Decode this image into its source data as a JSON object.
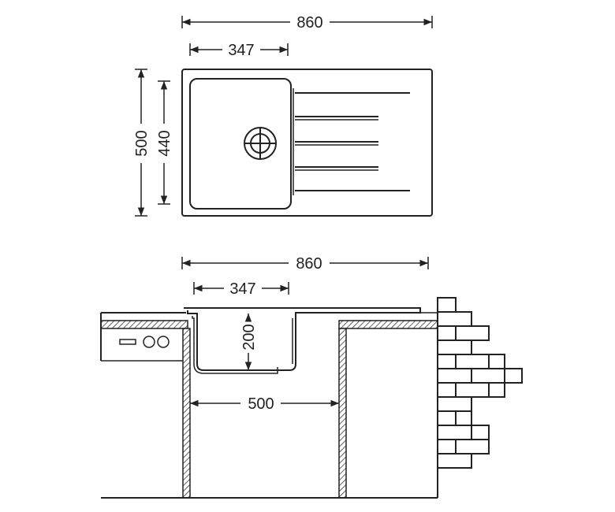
{
  "top_view": {
    "overall_width": "860",
    "bowl_width": "347",
    "overall_depth": "500",
    "bowl_depth": "440"
  },
  "section_view": {
    "overall_width": "860",
    "bowl_width": "347",
    "bowl_depth": "200",
    "cabinet_width": "500"
  }
}
